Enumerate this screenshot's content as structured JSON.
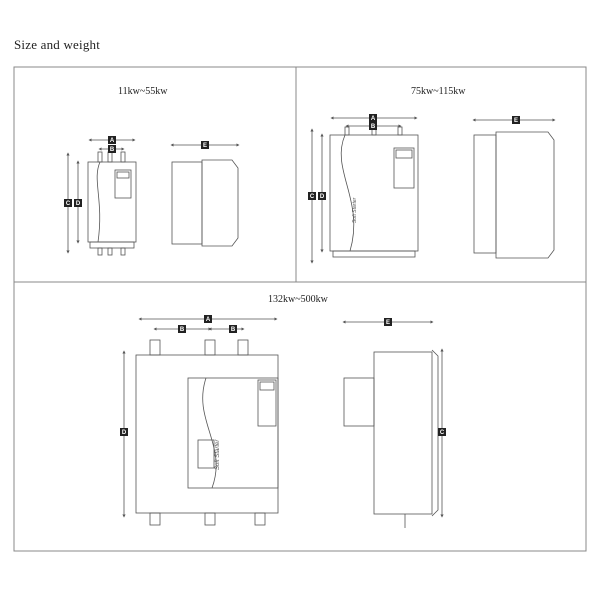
{
  "page": {
    "title": "Size and weight"
  },
  "panels": [
    {
      "label": "11kw~55kw"
    },
    {
      "label": "75kw~115kw"
    },
    {
      "label": "132kw~500kw"
    }
  ],
  "dimension_letters": {
    "a": "A",
    "b": "B",
    "c": "C",
    "d": "D",
    "e": "E"
  },
  "product_text": "Soft Starter",
  "colors": {
    "line": "#555555",
    "frame": "#888888",
    "marker_bg": "#222222"
  }
}
